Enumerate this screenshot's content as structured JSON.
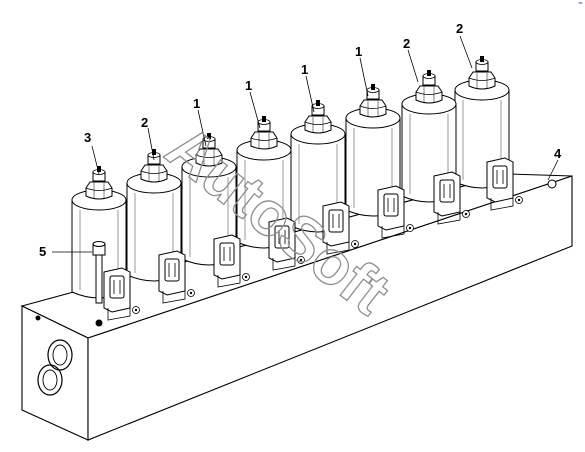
{
  "callouts": {
    "c1": "3",
    "c2": "2",
    "c3": "1",
    "c4": "1",
    "c5": "1",
    "c6": "1",
    "c7": "2",
    "c8": "2",
    "c9": "4",
    "c10": "5"
  },
  "watermark": {
    "text": "AutoSoft",
    "color": "#9a9a9a"
  },
  "corner_mark": "≈",
  "colors": {
    "line": "#000000",
    "background": "#ffffff"
  }
}
